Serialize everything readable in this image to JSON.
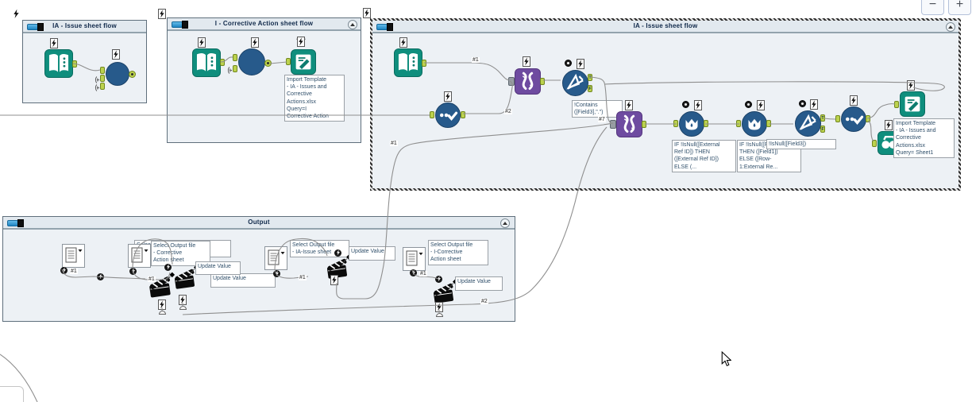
{
  "canvas": {
    "zoom_out_label": "−",
    "zoom_in_label": "+"
  },
  "containers": {
    "c1": {
      "title": "IA - Issue sheet flow"
    },
    "c2": {
      "title": "I - Corrective Action sheet flow",
      "output_annotation": "Import Template\n- IA - Issues and\nCorrective\nActions.xlsx\nQuery=I\nCorrective Action"
    },
    "c3": {
      "title": "IA - Issue sheet flow",
      "filter1_annotation": "!Contains\n([Field3],\".\")",
      "formula1_annotation": "IF !IsNull([External\nRef ID]) THEN\n([External Ref ID])\nELSE (...",
      "formula2_annotation": "IF !IsNull([Field1])\nTHEN ([Field1])\nELSE ([Row-\n1:External Re...",
      "filter2_annotation": "!IsNull([Field3])",
      "output_annotation": "Import Template\n- IA - Issues and\nCorrective\nActions.xlsx\nQuery= Sheet1",
      "true_anchor": "T",
      "false_anchor": "F"
    },
    "c4": {
      "title": "Output",
      "groups": [
        {
          "file_annotation": "Select Output file\n- Issue sheet",
          "action_annotation": "Update Value",
          "connection_label": "#1"
        },
        {
          "file_annotation": "Select Output file\n- Corrective\nAction sheet",
          "action_annotation": "Update Value",
          "connection_label": "#1"
        },
        {
          "file_annotation": "Select Output file\n- IA-Issue sheet",
          "action_annotation": "Update Value",
          "connection_label": "#1"
        },
        {
          "file_annotation": "Select Output file\n- I-Corrective\nAction sheet",
          "action_annotation": "Update Value",
          "connection_label": "#1"
        }
      ]
    }
  },
  "connection_labels": {
    "input_to_union": "#1",
    "unique_to_union": "#2",
    "union2_junction": "#7",
    "long_branch": "#1",
    "output_branch": "#2"
  }
}
